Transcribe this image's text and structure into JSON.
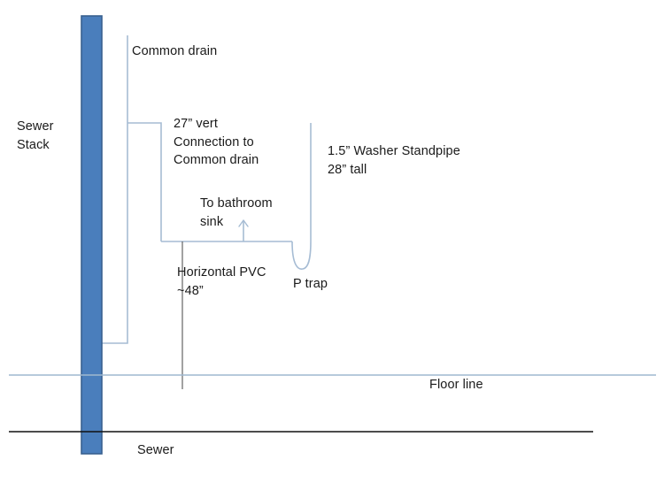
{
  "diagram": {
    "title": "Washer standpipe and common drain plumbing schematic",
    "colors": {
      "pipe_line": "#a6bcd4",
      "stack_fill": "#4a7ebc",
      "stack_stroke": "#39618f",
      "floor_line": "#9fb8cf",
      "sewer_line": "#111111",
      "pointer_line": "#555555",
      "text": "#1a1a1a"
    },
    "labels": {
      "sewer_stack": "Sewer\nStack",
      "common_drain": "Common drain",
      "vert_connection": "27” vert\nConnection to\nCommon drain",
      "to_bathroom_sink": "To bathroom\nsink",
      "washer_standpipe": "1.5” Washer Standpipe\n28” tall",
      "horizontal_pvc": "Horizontal PVC\n~48”",
      "p_trap": "P trap",
      "floor_line": "Floor line",
      "sewer": "Sewer"
    },
    "measurements": {
      "vertical_connection": "27”",
      "standpipe_diameter": "1.5”",
      "standpipe_height": "28”",
      "horizontal_run": "~48”"
    }
  }
}
